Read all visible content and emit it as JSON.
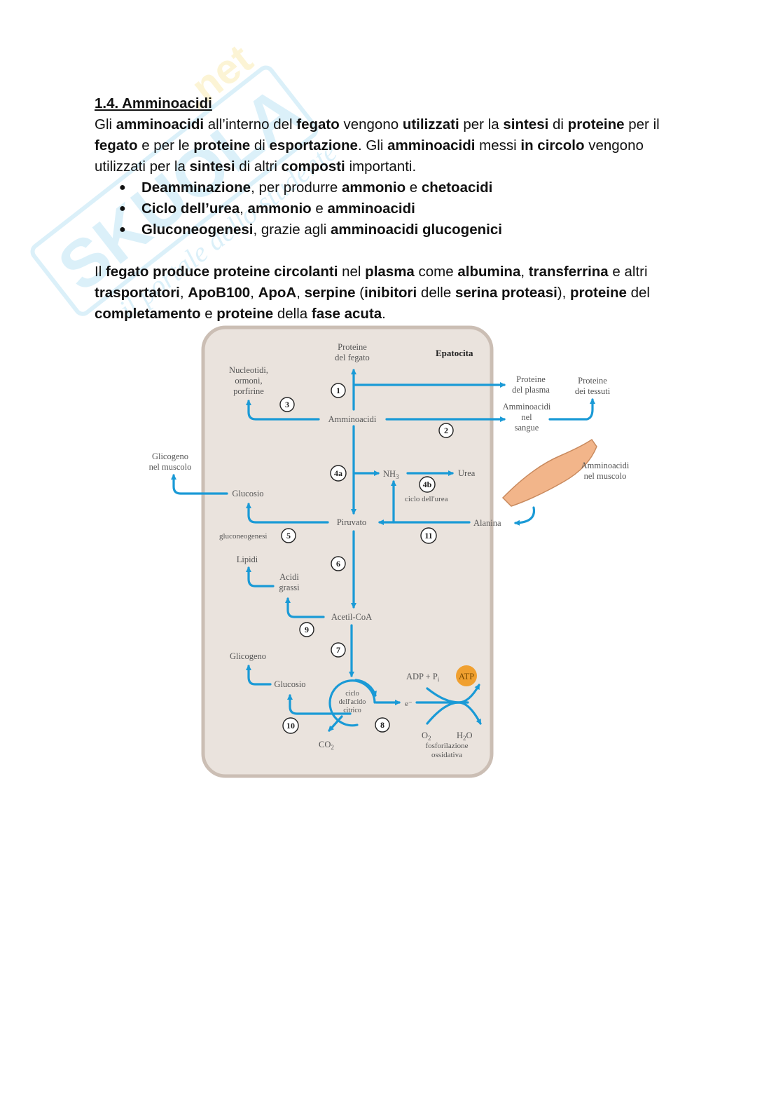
{
  "watermark": {
    "brand": "SKUOLA",
    "tld": ".net",
    "tagline": "il portale dello studente"
  },
  "heading": "1.4. Amminoacidi",
  "intro": [
    {
      "t": "Gli "
    },
    {
      "t": "amminoacidi",
      "b": true
    },
    {
      "t": " all’interno del "
    },
    {
      "t": "fegato",
      "b": true
    },
    {
      "t": " vengono "
    },
    {
      "t": "utilizzati",
      "b": true
    },
    {
      "t": " per la "
    },
    {
      "t": "sintesi",
      "b": true
    },
    {
      "t": " di "
    },
    {
      "t": "proteine",
      "b": true
    },
    {
      "t": " per il "
    },
    {
      "t": "fegato",
      "b": true
    },
    {
      "t": " e per le "
    },
    {
      "t": "proteine",
      "b": true
    },
    {
      "t": " di "
    },
    {
      "t": "esportazione",
      "b": true
    },
    {
      "t": ". Gli "
    },
    {
      "t": "amminoacidi",
      "b": true
    },
    {
      "t": " messi "
    },
    {
      "t": "in circolo",
      "b": true
    },
    {
      "t": " vengono utilizzati per la "
    },
    {
      "t": "sintesi",
      "b": true
    },
    {
      "t": " di altri "
    },
    {
      "t": "composti",
      "b": true
    },
    {
      "t": " importanti."
    }
  ],
  "bullets": [
    [
      {
        "t": "Deamminazione",
        "b": true
      },
      {
        "t": ", per produrre "
      },
      {
        "t": "ammonio",
        "b": true
      },
      {
        "t": " e "
      },
      {
        "t": "chetoacidi",
        "b": true
      }
    ],
    [
      {
        "t": "Ciclo dell’urea",
        "b": true
      },
      {
        "t": ", "
      },
      {
        "t": "ammonio",
        "b": true
      },
      {
        "t": " e "
      },
      {
        "t": "amminoacidi",
        "b": true
      }
    ],
    [
      {
        "t": "Gluconeogenesi",
        "b": true
      },
      {
        "t": ", grazie agli "
      },
      {
        "t": "amminoacidi glucogenici",
        "b": true
      }
    ]
  ],
  "paragraph2": [
    {
      "t": "Il "
    },
    {
      "t": "fegato produce proteine circolanti",
      "b": true
    },
    {
      "t": " nel "
    },
    {
      "t": "plasma",
      "b": true
    },
    {
      "t": " come "
    },
    {
      "t": "albumina",
      "b": true
    },
    {
      "t": ", "
    },
    {
      "t": "transferrina",
      "b": true
    },
    {
      "t": " e altri "
    },
    {
      "t": "trasportatori",
      "b": true
    },
    {
      "t": ", "
    },
    {
      "t": "ApoB100",
      "b": true
    },
    {
      "t": ", "
    },
    {
      "t": "ApoA",
      "b": true
    },
    {
      "t": ", "
    },
    {
      "t": "serpine",
      "b": true
    },
    {
      "t": " ("
    },
    {
      "t": "inibitori",
      "b": true
    },
    {
      "t": " delle "
    },
    {
      "t": "serina proteasi",
      "b": true
    },
    {
      "t": "), "
    },
    {
      "t": "proteine",
      "b": true
    },
    {
      "t": " del "
    },
    {
      "t": "completamento",
      "b": true
    },
    {
      "t": " e "
    },
    {
      "t": "proteine",
      "b": true
    },
    {
      "t": " della "
    },
    {
      "t": "fase acuta",
      "b": true
    },
    {
      "t": "."
    }
  ],
  "diagram": {
    "title": "Epatocita",
    "labels": {
      "proteine_fegato": [
        "Proteine",
        "del fegato"
      ],
      "nucleotidi": [
        "Nucleotidi,",
        "ormoni,",
        "porfirine"
      ],
      "amminoacidi": "Amminoacidi",
      "proteine_plasma": [
        "Proteine",
        "del plasma"
      ],
      "proteine_tessuti": [
        "Proteine",
        "dei tessuti"
      ],
      "amminoacidi_sangue": [
        "Amminoacidi",
        "nel",
        "sangue"
      ],
      "glicogeno_muscolo": [
        "Glicogeno",
        "nel muscolo"
      ],
      "amminoacidi_muscolo": [
        "Amminoacidi",
        "nel muscolo"
      ],
      "nh3": "NH",
      "nh3_sub": "3",
      "urea": "Urea",
      "ciclo_urea": "ciclo dell'urea",
      "glucosio1": "Glucosio",
      "piruvato": "Piruvato",
      "alanina": "Alanina",
      "gluconeogenesi": "gluconeogenesi",
      "lipidi": "Lipidi",
      "acidi_grassi": [
        "Acidi",
        "grassi"
      ],
      "acetil": "Acetil-CoA",
      "glicogeno2": "Glicogeno",
      "glucosio2": "Glucosio",
      "ciclo_acido": [
        "ciclo",
        "dell'acido",
        "citrico"
      ],
      "electron": "e⁻",
      "adp": "ADP + P",
      "adp_sub": "i",
      "atp": "ATP",
      "o2": "O",
      "o2_sub": "2",
      "h2o": "H",
      "h2o_sub": "2",
      "h2o_end": "O",
      "fosforilazione": [
        "fosforilazione",
        "ossidativa"
      ],
      "co2": "CO",
      "co2_sub": "2"
    },
    "steps": [
      "1",
      "2",
      "3",
      "4a",
      "4b",
      "5",
      "6",
      "7",
      "8",
      "9",
      "10",
      "11"
    ],
    "colors": {
      "arrow": "#1a9ad6",
      "cell_fill": "#eae3dd",
      "cell_border": "#cbbeb4",
      "atp": "#f0a030",
      "muscle": "#f2b58a"
    }
  }
}
